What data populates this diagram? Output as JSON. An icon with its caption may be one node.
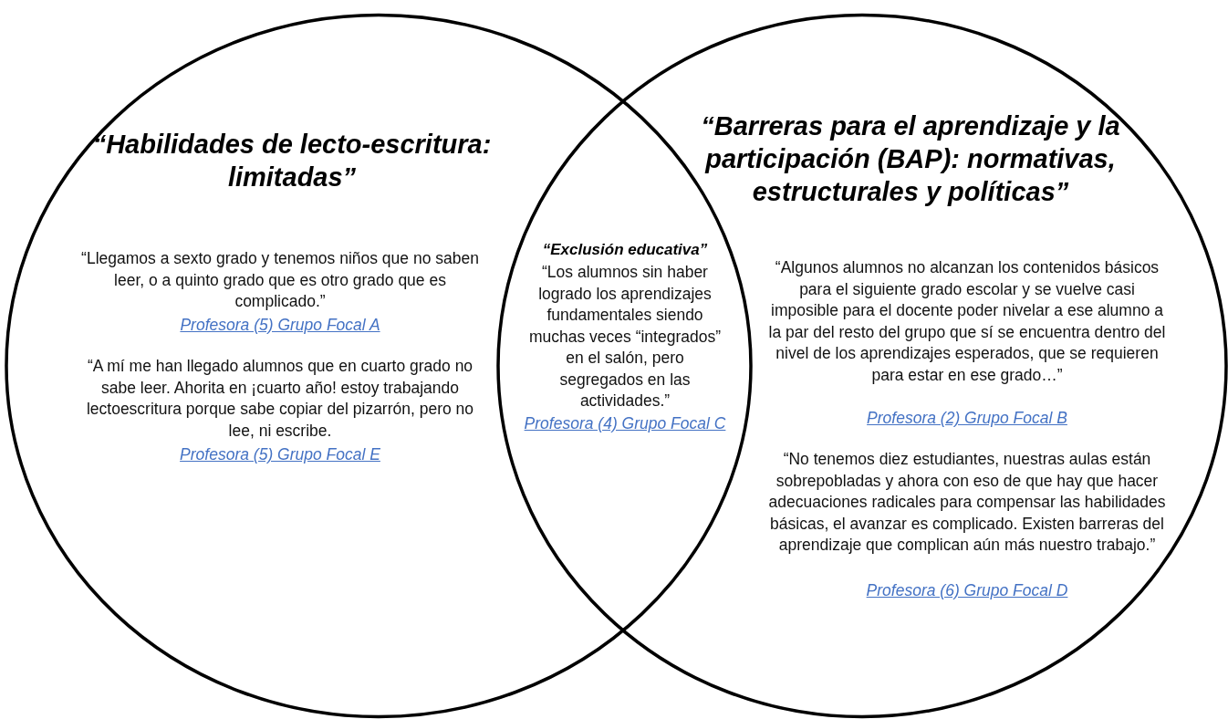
{
  "diagram": {
    "nodes": [
      {
        "text": [
          "“Habilidades de lecto-escritura: limitadas”",
          "“Llegamos a sexto grado y tenemos niños que no saben leer, o a quinto grado que es otro grado que es complicado.”",
          "Profesora (5) Grupo Focal A",
          "“A mí me han llegado alumnos que en cuarto grado no sabe leer. Ahorita en ¡cuarto año! estoy trabajando  lectoescritura porque sabe copiar del pizarrón, pero no lee, ni escribe.",
          "Profesora (5) Grupo Focal E"
        ]
      },
      {
        "text": [
          "“Barreras para el aprendizaje y la participación (BAP): normativas, estructurales y políticas”",
          "“Algunos alumnos no alcanzan los contenidos básicos para el siguiente grado escolar y se vuelve casi imposible para el docente poder nivelar a ese alumno a la par del resto del grupo que sí se encuentra dentro del nivel de los aprendizajes esperados, que se requieren para estar en ese grado…”",
          "Profesora (2) Grupo Focal B",
          "“No tenemos diez estudiantes, nuestras aulas están sobrepobladas y ahora con eso de que hay que hacer adecuaciones radicales para compensar las habilidades básicas, el avanzar es complicado. Existen barreras del aprendizaje que complican aún más nuestro trabajo.”",
          "Profesora (6) Grupo Focal D"
        ]
      }
    ],
    "labels": [
      "“Exclusión educativa”",
      "“Los alumnos sin haber logrado los aprendizajes fundamentales siendo muchas veces “integrados” en el salón, pero segregados en las actividades.”",
      "Profesora (4) Grupo Focal C"
    ]
  }
}
